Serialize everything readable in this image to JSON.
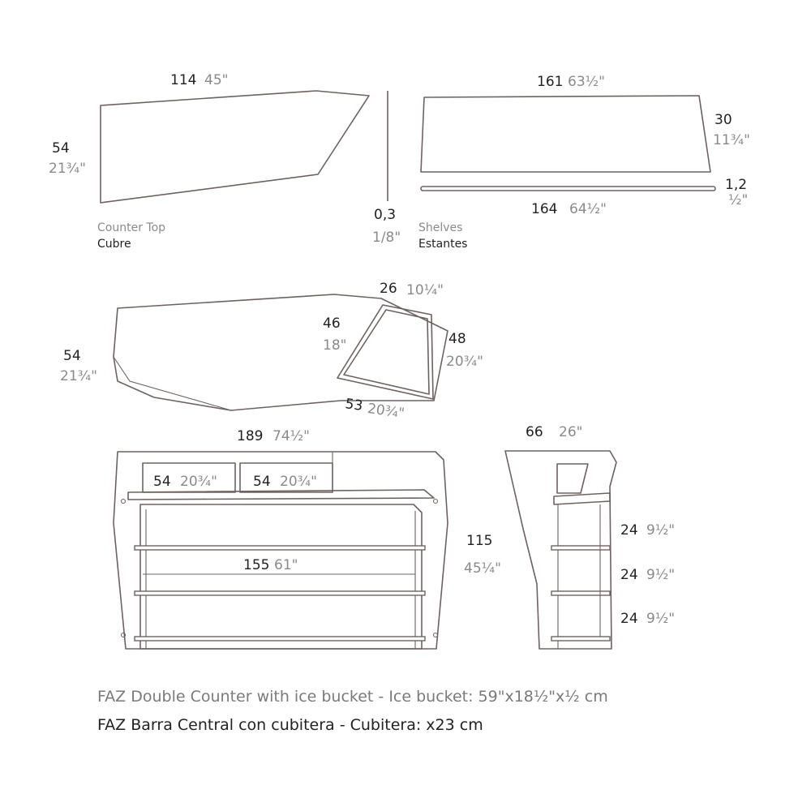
{
  "counter_top": {
    "width_cm": "114",
    "width_in": "45\"",
    "depth_cm": "54",
    "depth_in": "21¾\"",
    "thickness_cm": "0,3",
    "thickness_in": "1/8\"",
    "label_en": "Counter Top",
    "label_es": "Cubre"
  },
  "shelves": {
    "top_cm": "161",
    "top_in": "63½\"",
    "depth_cm": "30",
    "depth_in": "11¾\"",
    "thick_cm": "1,2",
    "thick_in": "½\"",
    "bottom_cm": "164",
    "bottom_in": "64½\"",
    "label_en": "Shelves",
    "label_es": "Estantes"
  },
  "top_view": {
    "a_cm": "26",
    "a_in": "10¼\"",
    "b_cm": "46",
    "b_in": "18\"",
    "c_cm": "48",
    "c_in": "20¾\"",
    "d_cm": "53",
    "d_in": "20¾\"",
    "depth_cm": "54",
    "depth_in": "21¾\""
  },
  "front_view": {
    "width_cm": "189",
    "width_in": "74½\"",
    "bucket1_cm": "54",
    "bucket1_in": "20¾\"",
    "bucket2_cm": "54",
    "bucket2_in": "20¾\"",
    "inner_cm": "155",
    "inner_in": "61\"",
    "height_cm": "115",
    "height_in": "45¼\""
  },
  "side_view": {
    "depth_cm": "66",
    "depth_in": "26\"",
    "gaps": [
      {
        "cm": "24",
        "in": "9½\""
      },
      {
        "cm": "24",
        "in": "9½\""
      },
      {
        "cm": "24",
        "in": "9½\""
      }
    ]
  },
  "caption": {
    "en": "FAZ Double Counter with ice bucket - Ice bucket: 59\"x18½\"x½ cm",
    "es": "FAZ Barra Central con cubitera - Cubitera: x23 cm"
  }
}
